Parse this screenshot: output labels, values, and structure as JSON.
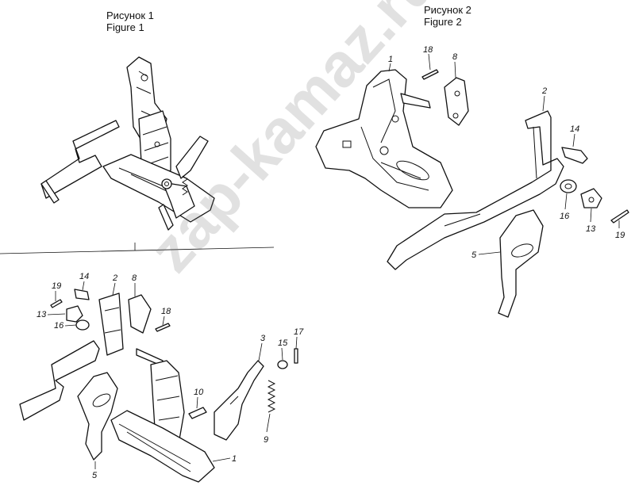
{
  "figures": [
    {
      "caption_ru": "Рисунок 1",
      "caption_en": "Figure 1"
    },
    {
      "caption_ru": "Рисунок 2",
      "caption_en": "Figure 2"
    }
  ],
  "callouts_figure2": [
    "1",
    "18",
    "8",
    "2",
    "14",
    "16",
    "13",
    "19",
    "5"
  ],
  "callouts_bottom": [
    "19",
    "14",
    "2",
    "8",
    "13",
    "16",
    "18",
    "3",
    "15",
    "17",
    "10",
    "9",
    "1",
    "5"
  ],
  "watermark": "zap-kamaz.ru"
}
